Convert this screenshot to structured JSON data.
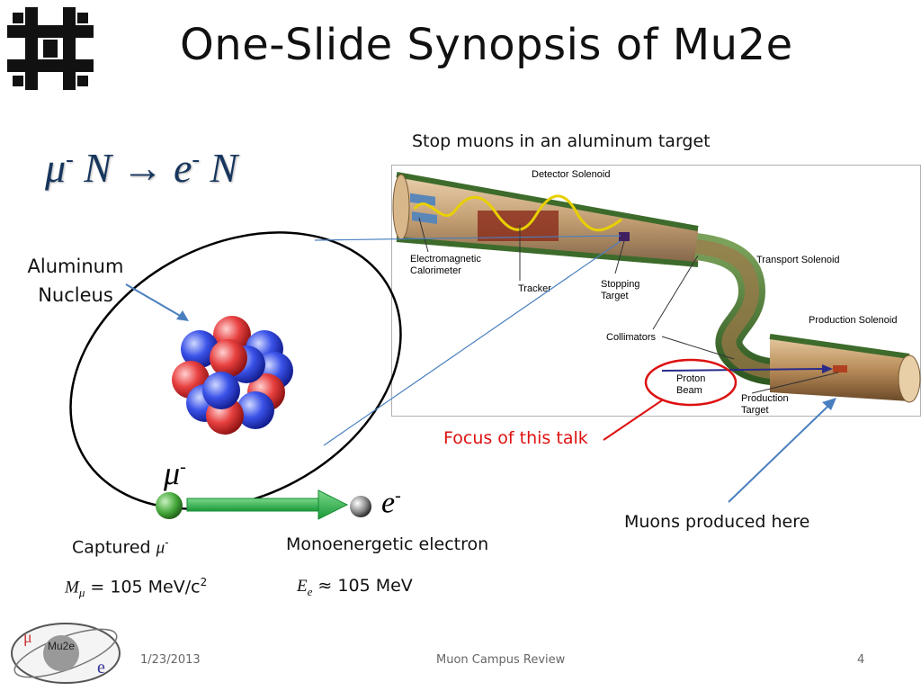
{
  "slide": {
    "title": "One-Slide Synopsis of Mu2e",
    "equation": {
      "mu": "μ",
      "minus1": "-",
      "n1": "N",
      "arrow": "→",
      "e": "e",
      "minus2": "-",
      "n2": "N"
    },
    "labels": {
      "stop_muons": "Stop muons in an aluminum target",
      "aluminum_nucleus_line1": "Aluminum",
      "aluminum_nucleus_line2": "Nucleus",
      "focus": "Focus of this talk",
      "muons_produced": "Muons produced here",
      "captured": "Captured",
      "captured_symbol": "μ",
      "captured_sup": "-",
      "monoenergetic": "Monoenergetic electron",
      "mu_symbol": "μ",
      "mu_sup": "-",
      "e_symbol": "e",
      "e_sup": "-"
    },
    "mass_equation": {
      "m": "M",
      "sub": "μ",
      "rest": " = 105 MeV/c",
      "sup": "2"
    },
    "energy_equation": {
      "e": "E",
      "sub": "e",
      "approx": " ≈ ",
      "rest": "105 MeV"
    }
  },
  "diagram": {
    "labels": {
      "detector_solenoid": "Detector Solenoid",
      "calorimeter_1": "Electromagnetic",
      "calorimeter_2": "Calorimeter",
      "tracker": "Tracker",
      "stopping_1": "Stopping",
      "stopping_2": "Target",
      "transport_solenoid": "Transport Solenoid",
      "production_solenoid": "Production Solenoid",
      "collimators": "Collimators",
      "proton_1": "Proton",
      "proton_2": "Beam",
      "production_target_1": "Production",
      "production_target_2": "Target"
    }
  },
  "logo": {
    "text": "Mu2e",
    "mu": "μ",
    "e": "e"
  },
  "footer": {
    "date": "1/23/2013",
    "center": "Muon Campus Review",
    "page": "4"
  },
  "colors": {
    "title": "#111111",
    "equation": "#17365d",
    "focus": "#dd1111",
    "arrow_blue": "#4a7fbf",
    "green_arrow": "#2db34a"
  }
}
